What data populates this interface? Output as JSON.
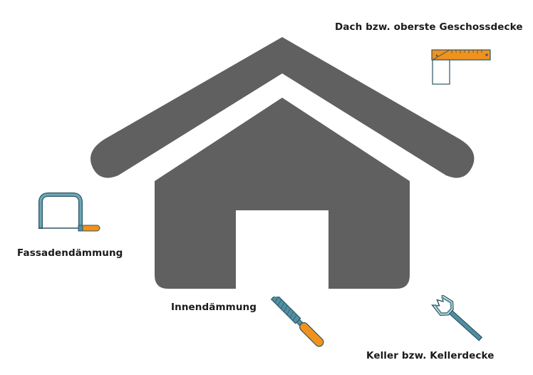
{
  "colors": {
    "house": "#606060",
    "tool_handle": "#f0921e",
    "tool_metal": "#4f8fa0",
    "tool_outline": "#2f5564",
    "label_text": "#1a1a1a"
  },
  "labels": {
    "roof": "Dach bzw. oberste Geschossdecke",
    "facade": "Fassadendämmung",
    "inner": "Innendämmung",
    "cellar": "Keller bzw. Kellerdecke"
  },
  "icons": {
    "house": "house-icon",
    "roof_tool": "carpenter-square-icon",
    "facade_tool": "coping-saw-icon",
    "inner_tool": "file-rasp-icon",
    "cellar_tool": "spade-drill-bit-icon"
  }
}
